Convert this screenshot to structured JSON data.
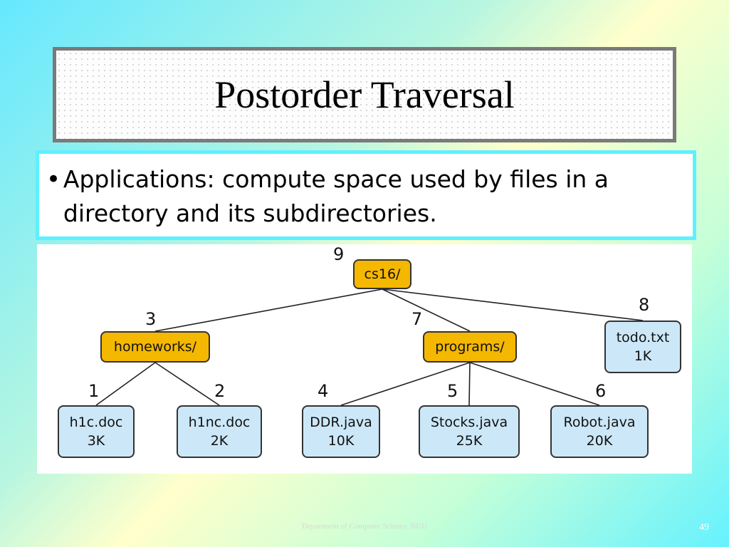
{
  "slide": {
    "title": "Postorder Traversal",
    "bullet": "Applications: compute space used by files in a directory and its subdirectories.",
    "footer": "Department of Computer Science, BUU",
    "page_number": "49"
  },
  "tree": {
    "nodes": [
      {
        "id": "cs16",
        "kind": "dir",
        "lines": [
          "cs16/"
        ],
        "order": "9"
      },
      {
        "id": "homeworks",
        "kind": "dir",
        "lines": [
          "homeworks/"
        ],
        "order": "3"
      },
      {
        "id": "programs",
        "kind": "dir",
        "lines": [
          "programs/"
        ],
        "order": "7"
      },
      {
        "id": "todo",
        "kind": "file",
        "lines": [
          "todo.txt",
          "1K"
        ],
        "order": "8"
      },
      {
        "id": "h1c",
        "kind": "file",
        "lines": [
          "h1c.doc",
          "3K"
        ],
        "order": "1"
      },
      {
        "id": "h1nc",
        "kind": "file",
        "lines": [
          "h1nc.doc",
          "2K"
        ],
        "order": "2"
      },
      {
        "id": "ddr",
        "kind": "file",
        "lines": [
          "DDR.java",
          "10K"
        ],
        "order": "4"
      },
      {
        "id": "stocks",
        "kind": "file",
        "lines": [
          "Stocks.java",
          "25K"
        ],
        "order": "5"
      },
      {
        "id": "robot",
        "kind": "file",
        "lines": [
          "Robot.java",
          "20K"
        ],
        "order": "6"
      }
    ],
    "edges": [
      [
        "cs16",
        "homeworks"
      ],
      [
        "cs16",
        "programs"
      ],
      [
        "cs16",
        "todo"
      ],
      [
        "homeworks",
        "h1c"
      ],
      [
        "homeworks",
        "h1nc"
      ],
      [
        "programs",
        "ddr"
      ],
      [
        "programs",
        "stocks"
      ],
      [
        "programs",
        "robot"
      ]
    ],
    "colors": {
      "directory": "#f5b800",
      "file": "#cce8f8",
      "border": "#333333"
    }
  }
}
